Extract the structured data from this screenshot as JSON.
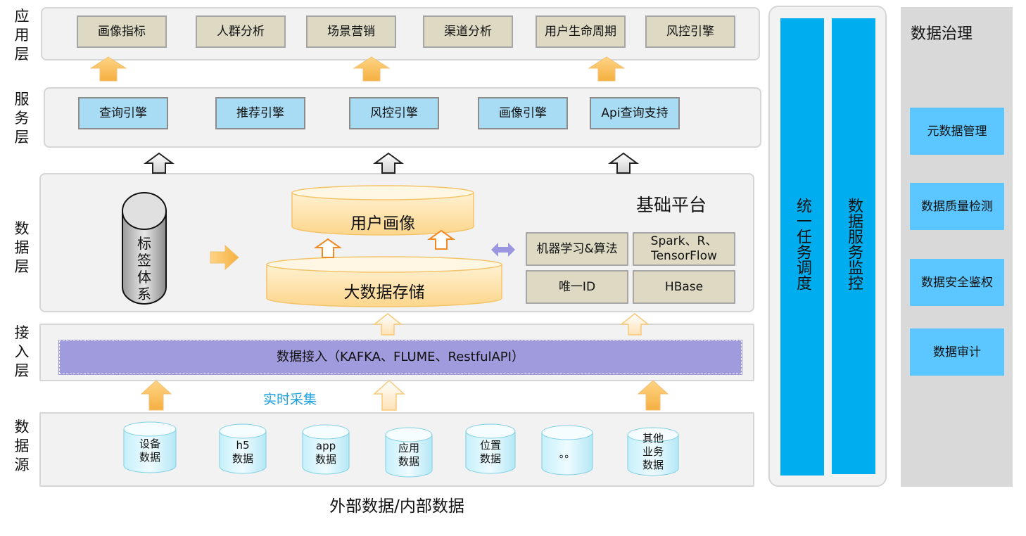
{
  "layers": {
    "app": "应用层",
    "service": "服务层",
    "data": "数据层",
    "access": "接入层",
    "source": "数据源"
  },
  "app_items": [
    "画像指标",
    "人群分析",
    "场景营销",
    "渠道分析",
    "用户生命周期",
    "风控引擎"
  ],
  "service_items": [
    "查询引擎",
    "推荐引擎",
    "风控引擎",
    "画像引擎",
    "Api查询支持"
  ],
  "data_layer": {
    "tag_system": "标签体系",
    "user_profile": "用户画像",
    "big_data_storage": "大数据存储",
    "platform_title": "基础平台",
    "platform_items": [
      "机器学习&算法",
      "Spark、R、\nTensorFlow",
      "唯一ID",
      "HBase"
    ]
  },
  "access": {
    "ingest": "数据接入（KAFKA、FLUME、RestfulAPI）",
    "realtime": "实时采集"
  },
  "sources": [
    "设备\n数据",
    "h5\n数据",
    "app\n数据",
    "应用\n数据",
    "位置\n数据",
    "。。",
    "其他\n业务\n数据"
  ],
  "footer": "外部数据/内部数据",
  "side": {
    "scheduler": "统一任务调度",
    "monitor": "数据服务监控"
  },
  "governance": {
    "title": "数据治理",
    "items": [
      "元数据管理",
      "数据质量检测",
      "数据安全鉴权",
      "数据审计"
    ]
  }
}
